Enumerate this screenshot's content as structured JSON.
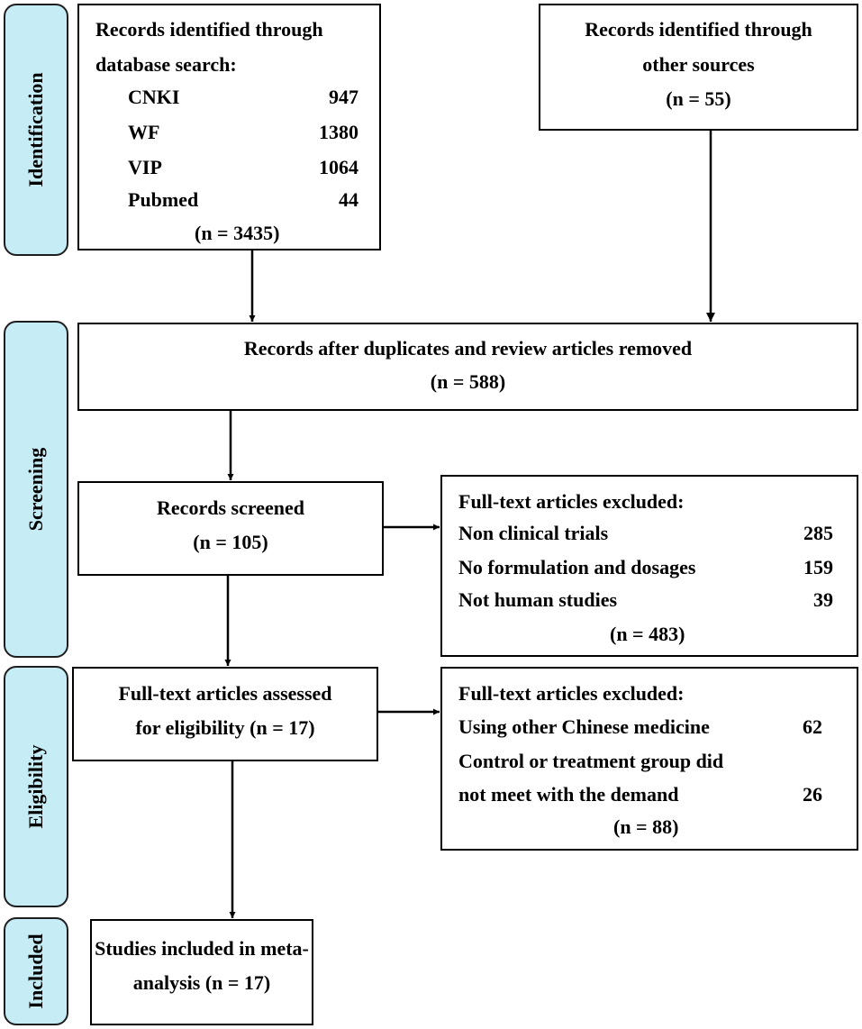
{
  "stages": {
    "identification": "Identification",
    "screening": "Screening",
    "eligibility": "Eligibility",
    "included": "Included"
  },
  "database_search": {
    "title_line1": "Records identified through",
    "title_line2": "database search:",
    "sources": [
      {
        "name": "CNKI",
        "count": "947"
      },
      {
        "name": "WF",
        "count": "1380"
      },
      {
        "name": "VIP",
        "count": "1064"
      },
      {
        "name": "Pubmed",
        "count": "44"
      }
    ],
    "total": "(n = 3435)"
  },
  "other_sources": {
    "line1": "Records identified through",
    "line2": "other sources",
    "total": "(n = 55)"
  },
  "after_duplicates": {
    "line1": "Records after duplicates and review articles removed",
    "total": "(n = 588)"
  },
  "screened": {
    "line1": "Records screened",
    "total": "(n = 105)"
  },
  "excluded_screening": {
    "title": "Full-text articles excluded:",
    "reasons": [
      {
        "label": "Non clinical trials",
        "count": "285"
      },
      {
        "label": "No formulation and dosages",
        "count": "159"
      },
      {
        "label": "Not human studies",
        "count": "39"
      }
    ],
    "total": "(n = 483)"
  },
  "assessed": {
    "line1": "Full-text articles assessed",
    "line2": "for eligibility (n = 17)"
  },
  "excluded_eligibility": {
    "title": "Full-text articles excluded:",
    "reason1_label": "Using other Chinese medicine",
    "reason1_count": "62",
    "reason2_line1": "Control or treatment group did",
    "reason2_line2": "not meet with the demand",
    "reason2_count": "26",
    "total": "(n = 88)"
  },
  "included_studies": {
    "line1": "Studies included in meta-",
    "line2": "analysis (n = 17)"
  }
}
